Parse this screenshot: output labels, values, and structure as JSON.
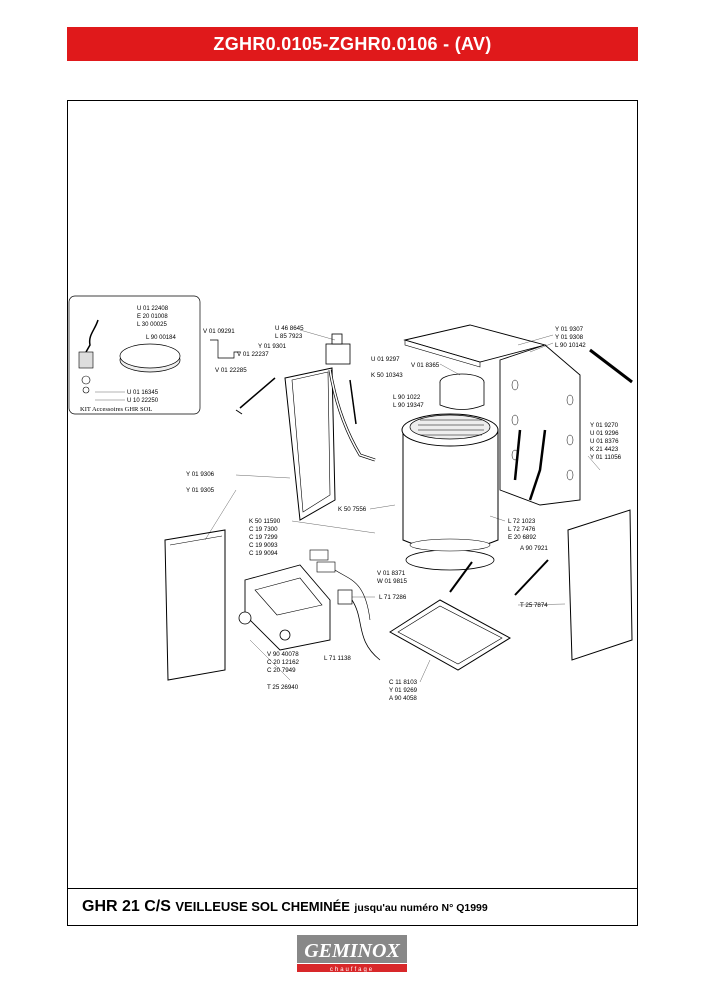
{
  "header": {
    "title": "ZGHR0.0105-ZGHR0.0106 - (AV)"
  },
  "caption": {
    "model": "GHR 21 C/S",
    "desc": "VEILLEUSE SOL CHEMINÉE",
    "note": "jusqu'au numéro N° Q1999"
  },
  "kit": {
    "label": "KIT Accessoires GHR SOL",
    "codes_top": [
      "U 01 22408",
      "E 20 01008",
      "L 30 00025"
    ],
    "code_disc": "L 90 00184",
    "codes_bottom": [
      "U 01 16345",
      "U 10 22250"
    ]
  },
  "labels": {
    "a1": "V 01 09291",
    "a2": "V 01 22237",
    "a3": "V 01 22285",
    "b1": "U 46 8645",
    "b2": "L 85 7923",
    "b3": "Y 01 9301",
    "c1": "U 01 9297",
    "c2": "K 50 10343",
    "c3": "V 01 8365",
    "c4": "L 90 1022",
    "c5": "L 90 19347",
    "d1": "Y 01 9307",
    "d2": "Y 01 9308",
    "d3": "L 90 10142",
    "e1": "Y 01 9270",
    "e2": "U 01 9296",
    "e3": "U 01 8376",
    "e4": "K 21 4423",
    "e5": "Y 01 11056",
    "f1": "Y 01 9306",
    "f2": "Y 01 9305",
    "g1": "K 50 7556",
    "h1": "K 50 11590",
    "h2": "C 19 7300",
    "h3": "C 19 7299",
    "h4": "C 19 9093",
    "h5": "C 19 9094",
    "i1": "L 72 1023",
    "i2": "L 72 7476",
    "i3": "E 20 6892",
    "j1": "A 90 7921",
    "k1": "V 01 8371",
    "k2": "W 01 9815",
    "k3": "L 71 7286",
    "l1": "T 25 7874",
    "m1": "V 90 40078",
    "m2": "C 20 12162",
    "m3": "C 20 7949",
    "m4": "L 71 1138",
    "m5": "T 25 26940",
    "n1": "C 11 8103",
    "n2": "Y 01 9269",
    "n3": "A 90 4058"
  },
  "logo": {
    "text": "GEMINOX",
    "tagline": "chauffage",
    "color": "#d8282a"
  }
}
